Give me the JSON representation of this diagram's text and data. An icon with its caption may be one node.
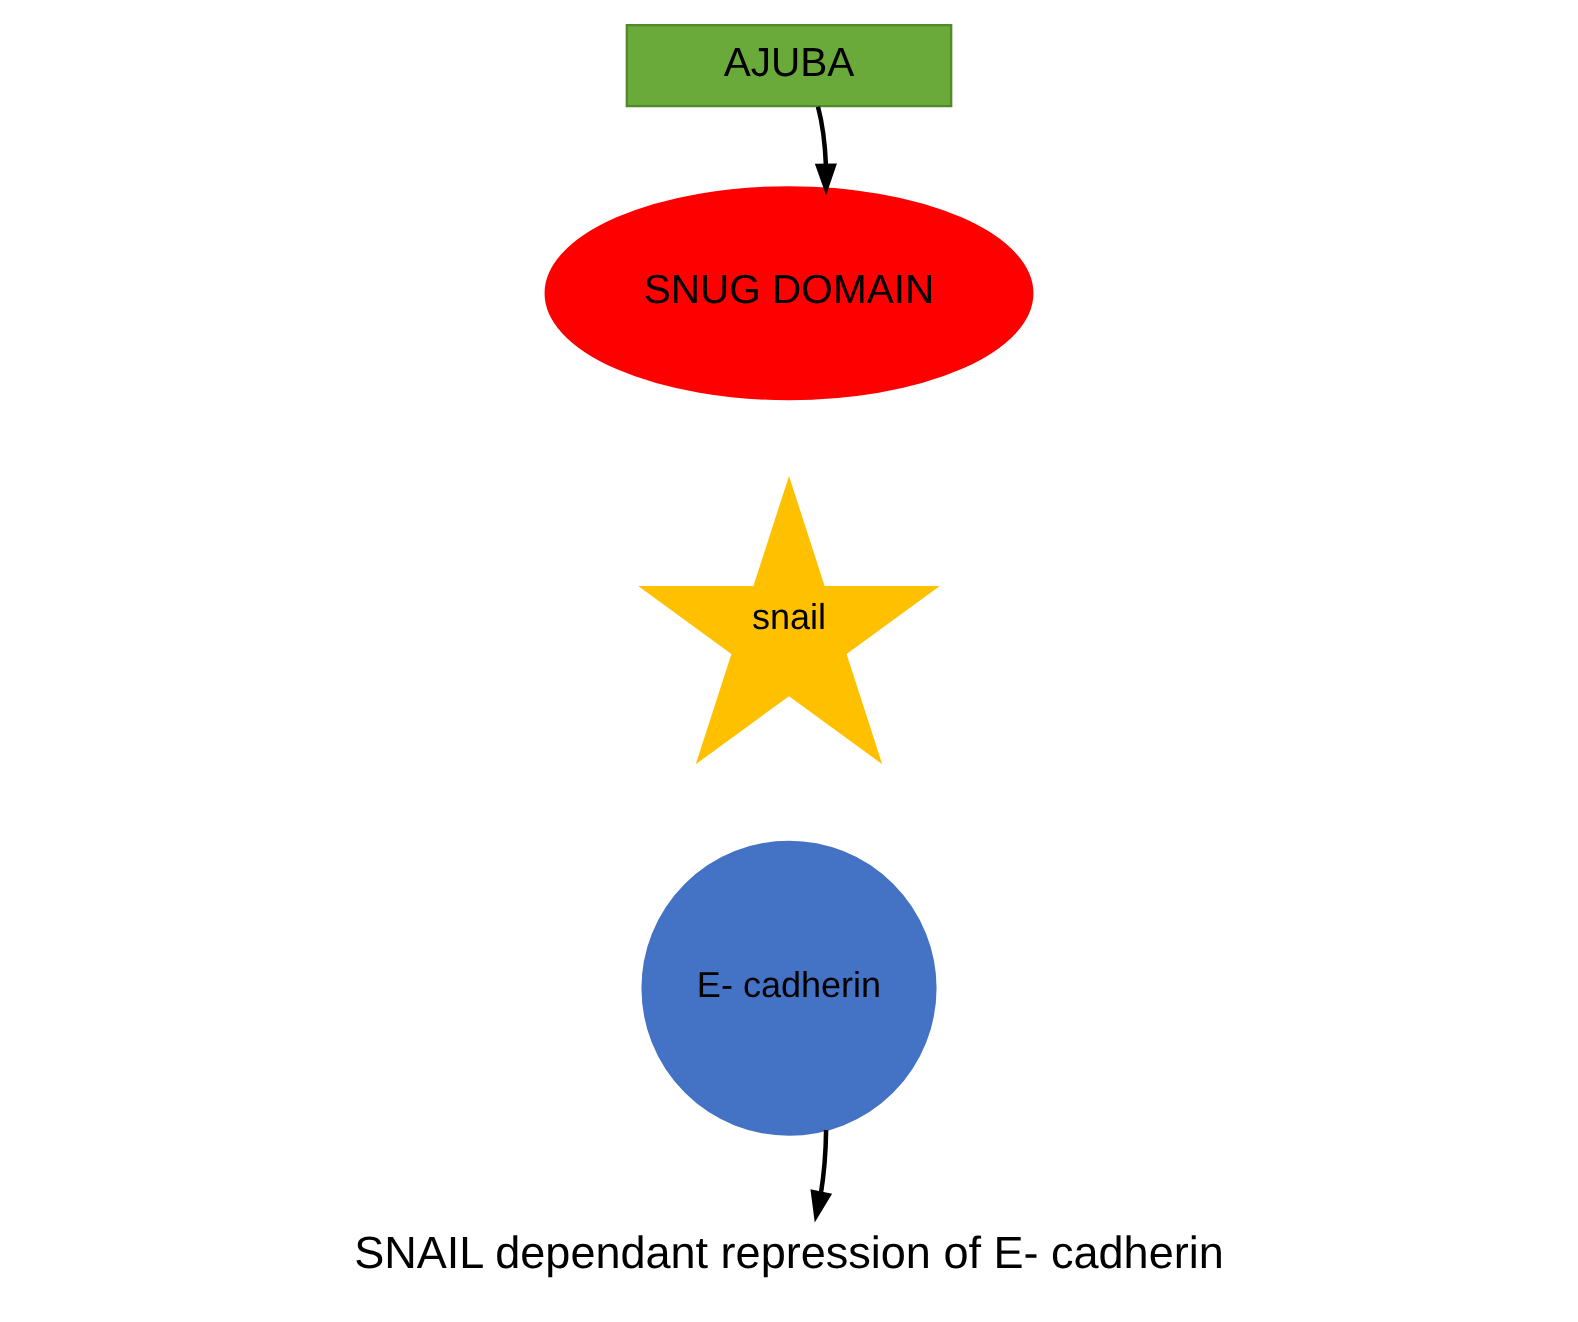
{
  "diagram": {
    "nodes": [
      {
        "text": [
          "AJUBA"
        ]
      },
      {
        "text": [
          "SNUG DOMAIN"
        ]
      },
      {
        "text": [
          "snail"
        ]
      },
      {
        "text": [
          "E- cadherin"
        ]
      },
      {
        "text": [
          "SNAIL dependant repression of E- cadherin"
        ]
      }
    ],
    "edges": [
      {
        "from": 0,
        "to": 1,
        "arrow": "to"
      },
      {
        "from": 3,
        "to": 4,
        "arrow": "to"
      }
    ]
  }
}
